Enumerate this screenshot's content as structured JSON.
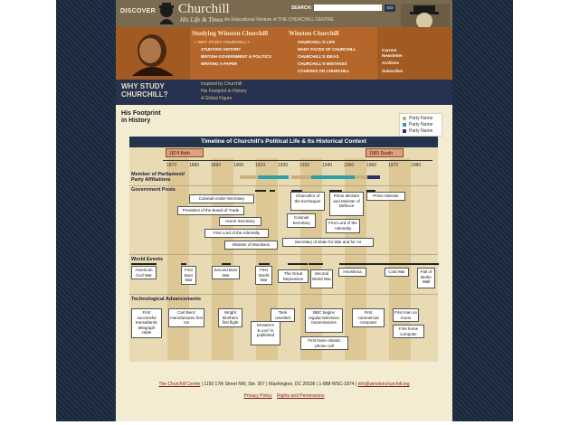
{
  "header": {
    "discover": "DISCOVER",
    "brand": "Churchill",
    "brand_sub": "His Life & Times",
    "tagline": "An Educational Venture of THE CHURCHILL CENTRE",
    "search_label": "SEARCH:",
    "search_value": "",
    "go_label": "GO"
  },
  "nav": {
    "col1_title": "Studying Winston Churchill",
    "col1_items": [
      "» WHY STUDY CHURCHILL?",
      "STUDYING HISTORY",
      "BRITISH GOVERNMENT & POLITICS",
      "WRITING A PAPER"
    ],
    "col2_title": "Winston Churchill",
    "col2_items": [
      "CHURCHILL'S LIFE",
      "MANY FACES OF CHURCHILL",
      "CHURCHILL'S IDEAS",
      "CHURCHILL'S MISTAKES",
      "COURSES ON CHURCHILL"
    ],
    "col3_items": [
      "Current Newsletter",
      "Archives",
      "Subscribe!"
    ]
  },
  "why": {
    "title_line1": "WHY STUDY",
    "title_line2": "CHURCHILL?",
    "links": [
      "Inspired by Churchill",
      "His Footprint in History",
      "A Global Figure"
    ]
  },
  "footprint": {
    "title_line1": "His Footprint",
    "title_line2": "in History"
  },
  "legend": {
    "items": [
      {
        "label": "Party Name",
        "color": "#c9b27a"
      },
      {
        "label": "Party Name",
        "color": "#2aa0a8"
      },
      {
        "label": "Party Name",
        "color": "#2b2f6a"
      }
    ]
  },
  "timeline": {
    "title": "Timeline of Churchill's Political Life & Its Historical Context",
    "years": [
      "1870",
      "1880",
      "1890",
      "1900",
      "1910",
      "1920",
      "1930",
      "1940",
      "1950",
      "1960",
      "1970",
      "1980"
    ],
    "birth": "1874 Birth",
    "death": "1965 Death",
    "parliament_label_1": "Member of Parliament/",
    "parliament_label_2": "Party Affiliations",
    "gov_label": "Government Posts",
    "world_label": "World Events",
    "tech_label": "Technological Advancements",
    "gov_posts": [
      "Colonial Under-Secretary",
      "President of the Board of Trade",
      "Home Secretary",
      "First Lord of the Admiralty",
      "Minister of Munitions",
      "Chancellor of the Exchequer",
      "Colonial Secretary",
      "Secretary of State for War and for Air",
      "Prime Minister and Minister of Defence",
      "First Lord of the Admiralty",
      "Prime Minister"
    ],
    "world_events": [
      "American Civil War",
      "First Boer War",
      "Second Boer War",
      "First World War",
      "The Great Depression",
      "Second World War",
      "Hiroshima",
      "Cold War",
      "Fall of Berlin Wall"
    ],
    "tech": [
      "First successful transatlantic telegraph cable",
      "Carl Benz manufactures first car",
      "Wright Brothers first flight",
      "Einstein's E=mc² is published",
      "Tank unveiled",
      "BBC begins regular television transmissions",
      "First trans-Atlantic phone call",
      "First commercial computer",
      "First man on moon",
      "First home computer"
    ]
  },
  "footer": {
    "org": "The Churchill Centre",
    "address": "| 1150 17th Street NW, Ste. 307 | Washington, DC 20036 | 1-888-WSC-1874 |",
    "email": "info@winstonchurchill.org",
    "privacy": "Privacy Policy",
    "rights": "Rights and Permissions"
  }
}
